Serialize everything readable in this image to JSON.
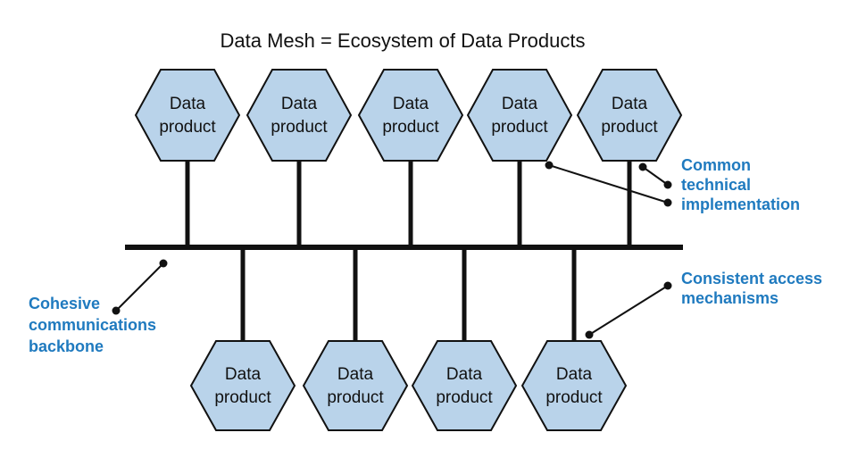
{
  "title": "Data Mesh = Ecosystem of Data Products",
  "product_label_line1": "Data",
  "product_label_line2": "product",
  "top_products_count": 5,
  "bottom_products_count": 4,
  "colors": {
    "hexagon_fill": "#b9d3ea",
    "annotation_text": "#1f7abf",
    "lines": "#111111"
  },
  "annotations": {
    "common_technical": [
      "Common",
      "technical",
      "implementation"
    ],
    "consistent_access": [
      "Consistent access",
      "mechanisms"
    ],
    "cohesive_backbone": [
      "Cohesive",
      "communications",
      "backbone"
    ]
  }
}
